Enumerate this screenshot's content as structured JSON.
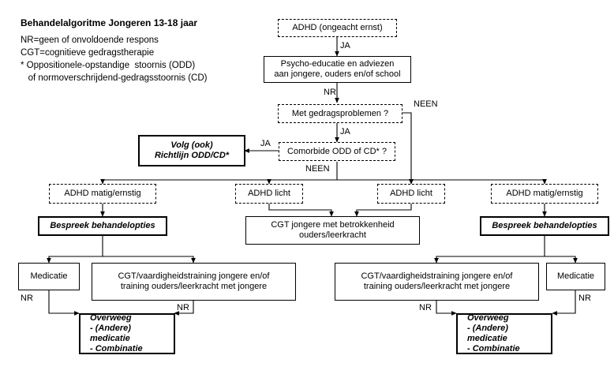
{
  "title": "Behandelalgoritme  Jongeren 13-18 jaar",
  "legend": {
    "line1": "NR=geen of onvoldoende respons",
    "line2": "CGT=cognitieve gedragstherapie",
    "line3": "* Oppositionele-opstandige  stoornis (ODD)",
    "line4": "   of normoverschrijdend-gedragsstoornis (CD)"
  },
  "nodes": {
    "adhd_start": "ADHD (ongeacht ernst)",
    "psycho_educatie": "Psycho-educatie en adviezen\naan jongere, ouders en/of school",
    "gedragsproblemen": "Met gedragsproblemen  ?",
    "comorbide": "Comorbide ODD of CD*  ?",
    "richtlijn": "Volg (ook)\nRichtlijn ODD/CD*",
    "adhd_matig_links": "ADHD matig/ernstig",
    "adhd_licht_1": "ADHD licht",
    "adhd_licht_2": "ADHD licht",
    "adhd_matig_rechts": "ADHD matig/ernstig",
    "bespreek_links": "Bespreek behandelopties",
    "bespreek_rechts": "Bespreek behandelopties",
    "cgt_midden": "CGT jongere met betrokkenheid\nouders/leerkracht",
    "medicatie_links": "Medicatie",
    "cgt_links": "CGT/vaardigheidstraining  jongere en/of\ntraining ouders/leerkracht  met jongere",
    "cgt_rechts": "CGT/vaardigheidstraining  jongere en/of\ntraining ouders/leerkracht  met jongere",
    "medicatie_rechts": "Medicatie",
    "overweeg_links": "Overweeg\n- (Andere) medicatie\n- Combinatie",
    "overweeg_rechts": "Overweeg\n- (Andere) medicatie\n- Combinatie"
  },
  "edge_labels": {
    "ja_1": "JA",
    "nr_1": "NR",
    "neen_1": "NEEN",
    "ja_2": "JA",
    "ja_3": "JA",
    "neen_2": "NEEN",
    "nr_left": "NR",
    "nr_left_2": "NR",
    "nr_right": "NR",
    "nr_right_2": "NR"
  }
}
